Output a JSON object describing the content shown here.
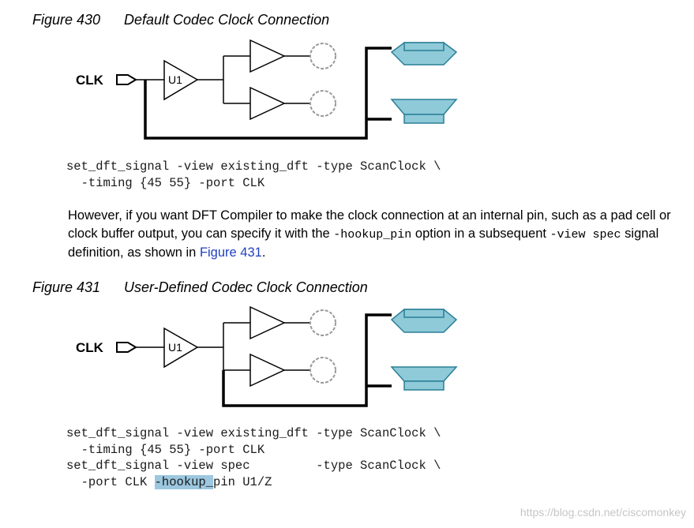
{
  "figure430": {
    "number": "Figure 430",
    "title": "Default Codec Clock Connection",
    "clk_label": "CLK",
    "buffer_label": "U1",
    "code": [
      "set_dft_signal -view existing_dft -type ScanClock \\",
      "  -timing {45 55} -port CLK"
    ]
  },
  "paragraph": {
    "text_1": "However, if you want DFT Compiler to make the clock connection at an internal pin, such as a pad cell or clock buffer output, you can specify it with the ",
    "code_1": "-hookup_pin",
    "text_2": " option in a subsequent ",
    "code_2": "-view spec",
    "text_3": " signal definition, as shown in ",
    "link": "Figure 431",
    "text_4": "."
  },
  "figure431": {
    "number": "Figure 431",
    "title": "User-Defined Codec Clock Connection",
    "clk_label": "CLK",
    "buffer_label": "U1",
    "code": [
      "set_dft_signal -view existing_dft -type ScanClock \\",
      "  -timing {45 55} -port CLK",
      "set_dft_signal -view spec         -type ScanClock \\"
    ],
    "code_last_prefix": "  -port CLK ",
    "code_last_highlight": "-hookup_",
    "code_last_suffix": "pin U1/Z"
  },
  "watermark": "https://blog.csdn.net/ciscomonkey",
  "colors": {
    "scan_cell_fill": "#8fcad9",
    "scan_cell_stroke": "#2a7f96",
    "highlight": "#9cc7df",
    "link": "#1f3fbf"
  }
}
